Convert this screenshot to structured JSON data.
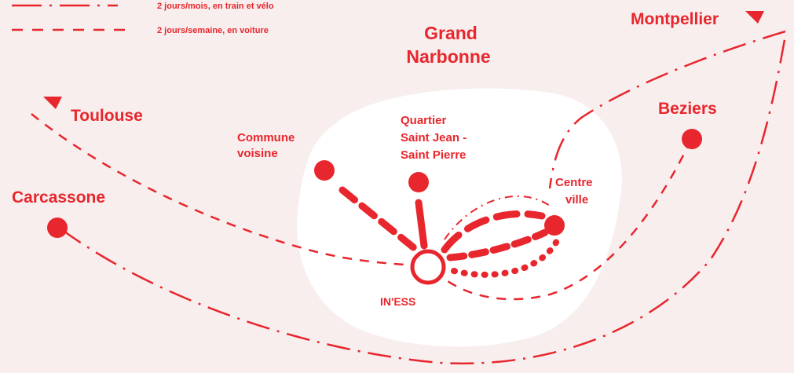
{
  "colors": {
    "background": "#f8eeee",
    "accent": "#e8262d",
    "area_fill": "#ffffff"
  },
  "legend": {
    "items": [
      {
        "label": "2 jours/mois, en train et vélo",
        "style": "dash-dot"
      },
      {
        "label": "2 jours/semaine, en voiture",
        "style": "dashed"
      }
    ]
  },
  "region": {
    "title_line1": "Grand",
    "title_line2": "Narbonne"
  },
  "places": {
    "montpellier": "Montpellier",
    "toulouse": "Toulouse",
    "beziers": "Beziers",
    "carcassone": "Carcassone",
    "commune_line1": "Commune",
    "commune_line2": "voisine",
    "quartier_line1": "Quartier",
    "quartier_line2": "Saint Jean -",
    "quartier_line3": "Saint Pierre",
    "centre_line1": "Centre",
    "centre_line2": "ville",
    "iness": "IN'ESS"
  }
}
